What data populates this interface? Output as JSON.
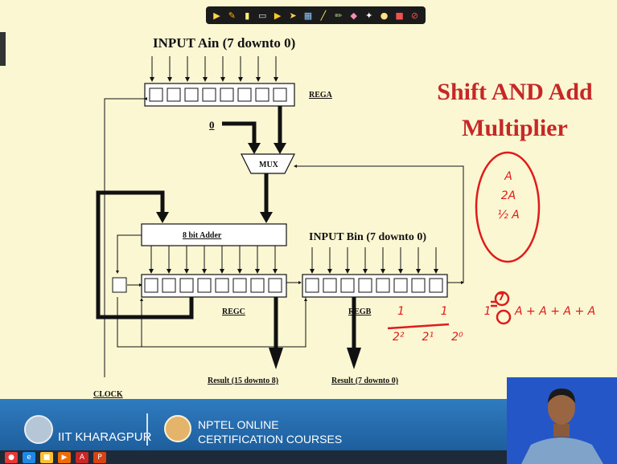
{
  "toolbar": {
    "tools": [
      {
        "name": "pointer-icon",
        "glyph": "▶",
        "color": "#ffd54f"
      },
      {
        "name": "pen-icon",
        "glyph": "✎",
        "color": "#ffb300"
      },
      {
        "name": "highlighter-icon",
        "glyph": "▮",
        "color": "#fff176"
      },
      {
        "name": "eraser-icon",
        "glyph": "▭",
        "color": "#e0e0e0"
      },
      {
        "name": "marker-icon",
        "glyph": "▶",
        "color": "#ffca28"
      },
      {
        "name": "arrow-icon",
        "glyph": "➤",
        "color": "#ffd54f"
      },
      {
        "name": "grid-icon",
        "glyph": "▦",
        "color": "#90caf9"
      },
      {
        "name": "line-icon",
        "glyph": "╱",
        "color": "#ffee58"
      },
      {
        "name": "brush-icon",
        "glyph": "✏",
        "color": "#aed581"
      },
      {
        "name": "rubber-icon",
        "glyph": "◆",
        "color": "#f48fb1"
      },
      {
        "name": "laser-icon",
        "glyph": "✦",
        "color": "#ffffff"
      },
      {
        "name": "dot-icon",
        "glyph": "●",
        "color": "#ffe082"
      },
      {
        "name": "color-icon",
        "glyph": "■",
        "color": "#ef5350"
      },
      {
        "name": "clear-icon",
        "glyph": "⊘",
        "color": "#ef5350"
      }
    ]
  },
  "diagram": {
    "input_a": "INPUT Ain (7 downto 0)",
    "input_b": "INPUT Bin (7 downto 0)",
    "zero": "0",
    "mux": "MUX",
    "adder": "8 bit Adder",
    "rega": "REGA",
    "regc": "REGC",
    "regb": "REGB",
    "result_high": "Result (15 downto 8)",
    "result_low": "Result (7 downto 0)",
    "clock": "CLOCK"
  },
  "title": {
    "line1": "Shift AND Add",
    "line2": "Multiplier"
  },
  "annotations": {
    "ink_color": "#e01b1b",
    "circle_lines": [
      "A",
      "2A",
      "½ A"
    ],
    "seven": "7",
    "sequence": "A + A + A + A",
    "ones": "1  1  1",
    "powers": [
      "2²",
      "2¹",
      "2⁰"
    ]
  },
  "footer": {
    "iit": "IIT KHARAGPUR",
    "nptel_line1": "NPTEL ONLINE",
    "nptel_line2": "CERTIFICATION COURSES"
  },
  "taskbar": {
    "apps": [
      {
        "name": "chrome-icon",
        "glyph": "●",
        "color": "#e53935"
      },
      {
        "name": "ie-icon",
        "glyph": "e",
        "color": "#1e88e5"
      },
      {
        "name": "folder-icon",
        "glyph": "■",
        "color": "#fbc02d"
      },
      {
        "name": "media-icon",
        "glyph": "▶",
        "color": "#ef6c00"
      },
      {
        "name": "acrobat-icon",
        "glyph": "A",
        "color": "#c62828"
      },
      {
        "name": "powerpoint-icon",
        "glyph": "P",
        "color": "#d84315"
      }
    ]
  }
}
